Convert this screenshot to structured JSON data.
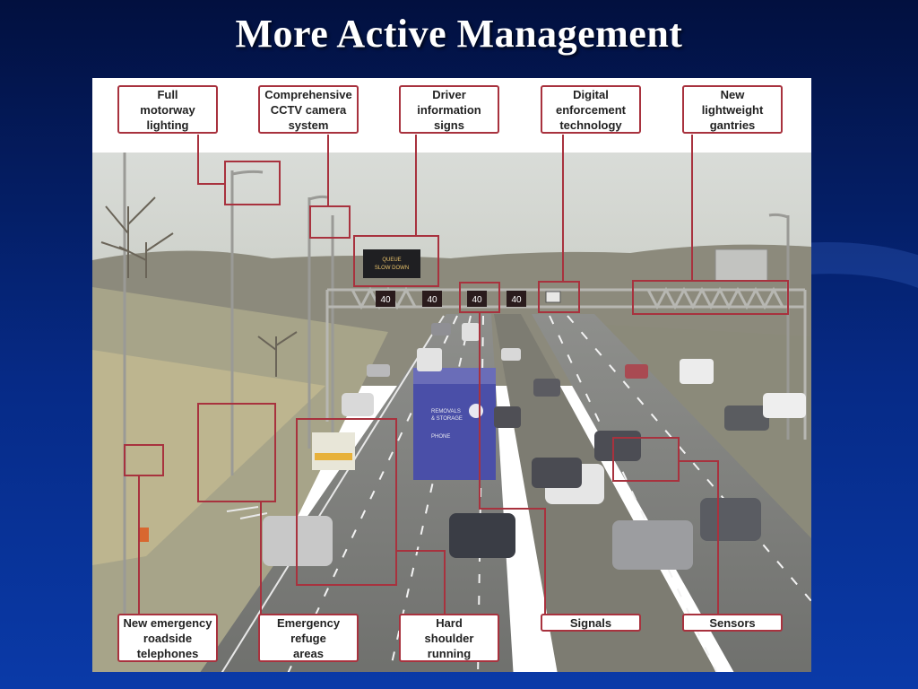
{
  "slide": {
    "title": "More Active Management"
  },
  "photo": {
    "sign_text_line1": "QUEUE",
    "sign_text_line2": "SLOW DOWN",
    "speed_limit": "40",
    "van_text_line1": "REMOVALS",
    "van_text_line2": "& STORAGE",
    "van_text_line3": "PHONE"
  },
  "callouts": {
    "top": [
      {
        "label": "Full\nmotorway\nlighting"
      },
      {
        "label": "Comprehensive\nCCTV camera\nsystem"
      },
      {
        "label": "Driver\ninformation\nsigns"
      },
      {
        "label": "Digital\nenforcement\ntechnology"
      },
      {
        "label": "New\nlightweight\ngantries"
      }
    ],
    "bottom": [
      {
        "label": "New emergency\nroadside\ntelephones"
      },
      {
        "label": "Emergency\nrefuge\nareas"
      },
      {
        "label": "Hard\nshoulder\nrunning"
      },
      {
        "label": "Signals"
      },
      {
        "label": "Sensors"
      }
    ]
  },
  "colors": {
    "background_top": "#02103f",
    "background_bottom": "#0a3aa8",
    "callout_border": "#a8323e",
    "callout_text": "#222222",
    "title_text": "#ffffff"
  }
}
